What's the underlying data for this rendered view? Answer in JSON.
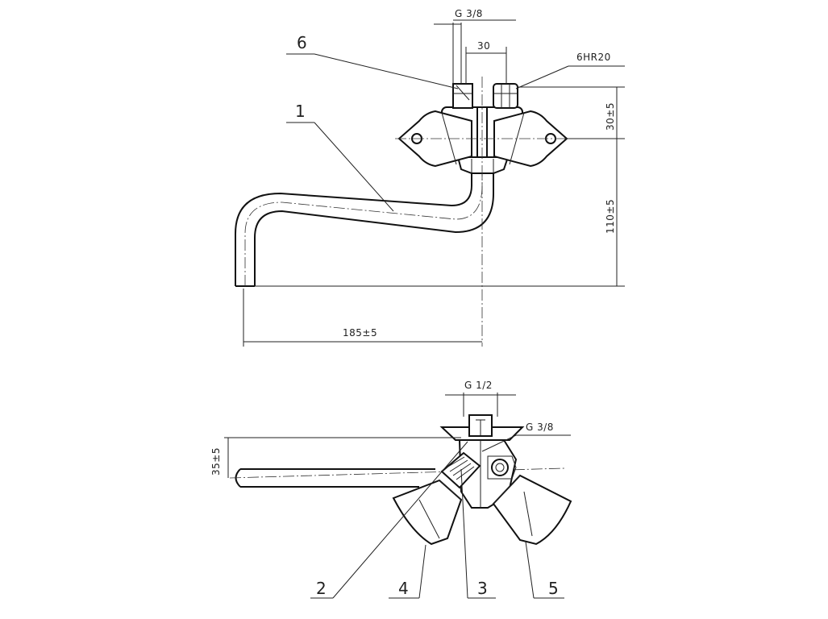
{
  "top_view": {
    "dims": {
      "thread_top": "G 3/8",
      "spacing": "30",
      "nut": "6HR20",
      "height_small": "30±5",
      "height_large": "110±5",
      "length": "185±5"
    },
    "callouts": {
      "spout": "1",
      "nut_part": "6"
    }
  },
  "side_view": {
    "dims": {
      "thread_main": "G 1/2",
      "thread_side": "G 3/8",
      "offset": "35±5"
    },
    "callouts": {
      "c2": "2",
      "c4": "4",
      "c3": "3",
      "c5": "5"
    }
  }
}
